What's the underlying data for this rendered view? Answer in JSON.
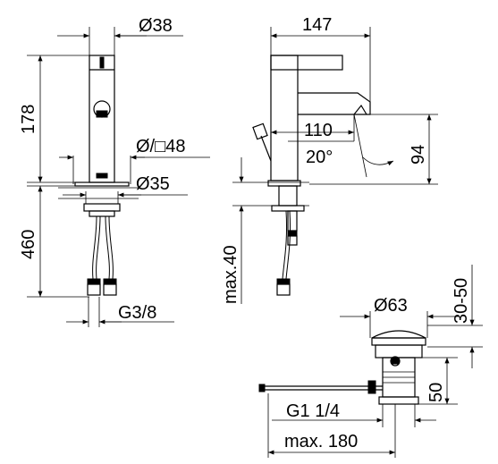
{
  "dimensions": {
    "body_diameter": "Ø38",
    "body_height": "178",
    "base_plate": "Ø/□48",
    "mount_hole": "Ø35",
    "hose_length": "460",
    "connection_thread": "G3/8",
    "spout_reach": "147",
    "spout_inner": "110",
    "spout_angle": "20°",
    "spout_height": "94",
    "deck_thickness": "max.40",
    "waste_diameter": "Ø63",
    "waste_lift": "30-50",
    "waste_height": "50",
    "waste_thread": "G1 1/4",
    "rod_length": "max. 180"
  }
}
